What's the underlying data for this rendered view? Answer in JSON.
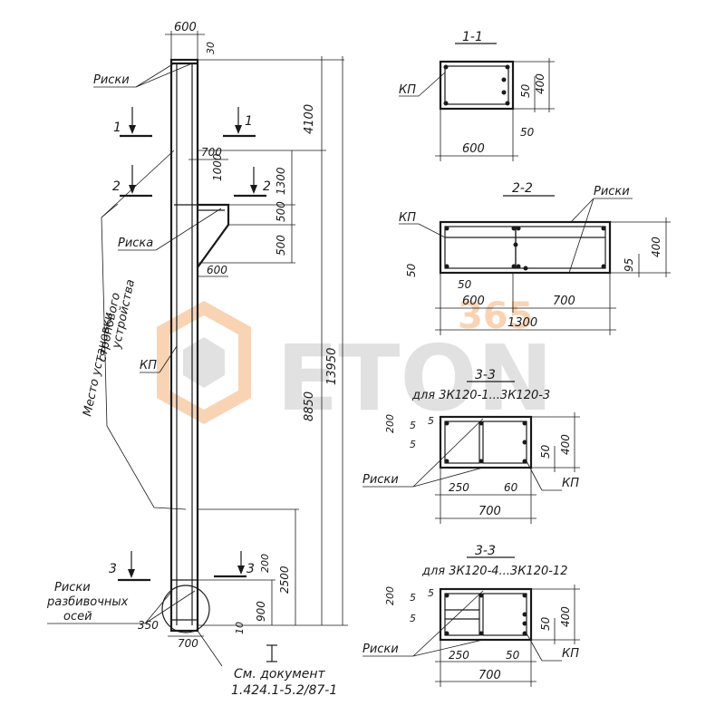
{
  "elevation": {
    "callouts": {
      "riski_top": "Риски",
      "riska": "Риска",
      "kp": "КП",
      "riski_bottom_line1": "Риски",
      "riski_bottom_line2": "разбивочных",
      "riski_bottom_line3": "осей",
      "mounting_line1": "Место установки",
      "mounting_line2": "стропового",
      "mounting_line3": "устройства"
    },
    "section_marks": [
      "1",
      "1",
      "2",
      "2",
      "3",
      "3"
    ],
    "dims": {
      "top_width": "600",
      "top_offset": "30",
      "h_4100": "4100",
      "h_1300": "1300",
      "h_500a": "500",
      "h_500b": "500",
      "h_8850": "8850",
      "h_13950": "13950",
      "h_2500": "2500",
      "h_900": "900",
      "h_200": "200",
      "w_700": "700",
      "w_1000": "1000",
      "w_600": "600",
      "base_350": "350",
      "base_700": "700",
      "base_10": "10"
    },
    "reference_line1": "См. документ",
    "reference_line2": "1.424.1-5.2/87-1"
  },
  "section_1_1": {
    "title": "1-1",
    "kp": "КП",
    "dims": {
      "h_50": "50",
      "h_400": "400",
      "w_50": "50",
      "w_600": "600"
    }
  },
  "section_2_2": {
    "title": "2-2",
    "kp": "КП",
    "riski": "Риски",
    "dims": {
      "h_50": "50",
      "h_95": "95",
      "h_400": "400",
      "w_50": "50",
      "w_600": "600",
      "w_700": "700",
      "w_1300": "1300"
    }
  },
  "section_3_3a": {
    "title": "3-3",
    "subtitle": "для 3К120-1...3К120-3",
    "kp": "КП",
    "riski": "Риски",
    "dims": {
      "h_200": "200",
      "h_5a": "5",
      "h_5b": "5",
      "h_5c": "5",
      "h_50": "50",
      "h_400": "400",
      "w_250": "250",
      "w_60": "60",
      "w_700": "700"
    }
  },
  "section_3_3b": {
    "title": "3-3",
    "subtitle": "для 3К120-4...3К120-12",
    "kp": "КП",
    "riski": "Риски",
    "dims": {
      "h_200": "200",
      "h_5a": "5",
      "h_5b": "5",
      "h_5c": "5",
      "h_50": "50",
      "h_400": "400",
      "w_250": "250",
      "w_50": "50",
      "w_700": "700"
    }
  },
  "watermark": {
    "brand": "ETON",
    "sub": "365",
    "colors": {
      "orange": "#f4b27a",
      "gray": "#c9c9c9"
    }
  }
}
